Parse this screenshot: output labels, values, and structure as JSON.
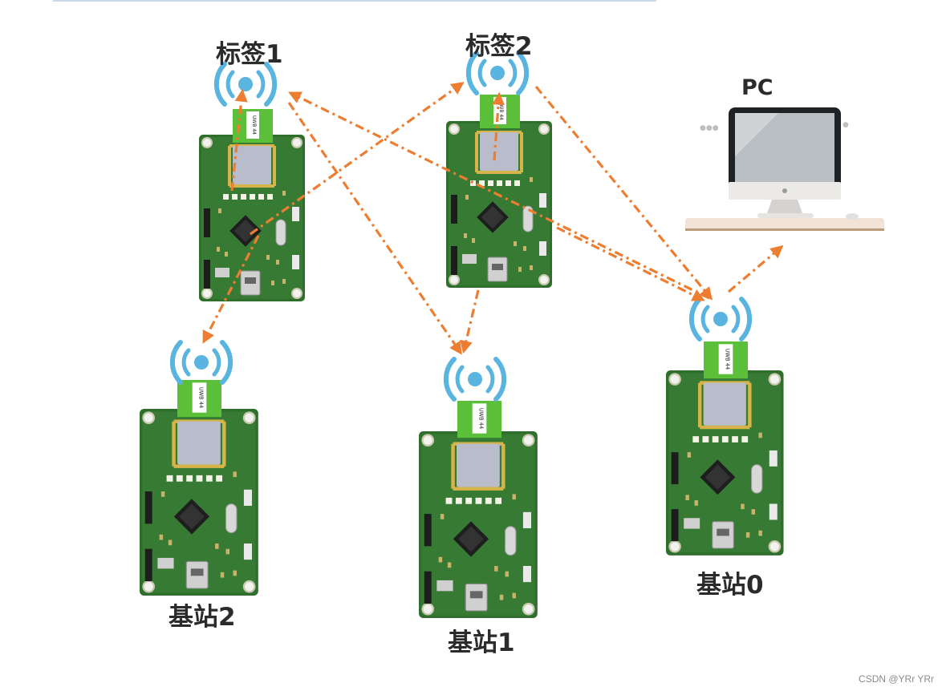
{
  "labels": {
    "tag1": "标签1",
    "tag2": "标签2",
    "pc": "PC",
    "anchor0": "基站0",
    "anchor1": "基站1",
    "anchor2": "基站2"
  },
  "board": {
    "module_text": "UWB 44"
  },
  "watermark": "CSDN @YRr YRr",
  "colors": {
    "arrow": "#ed7d31",
    "wifi": "#5ab4e0",
    "board_green": "#2e6b2a",
    "module_green": "#5cbf3a"
  }
}
